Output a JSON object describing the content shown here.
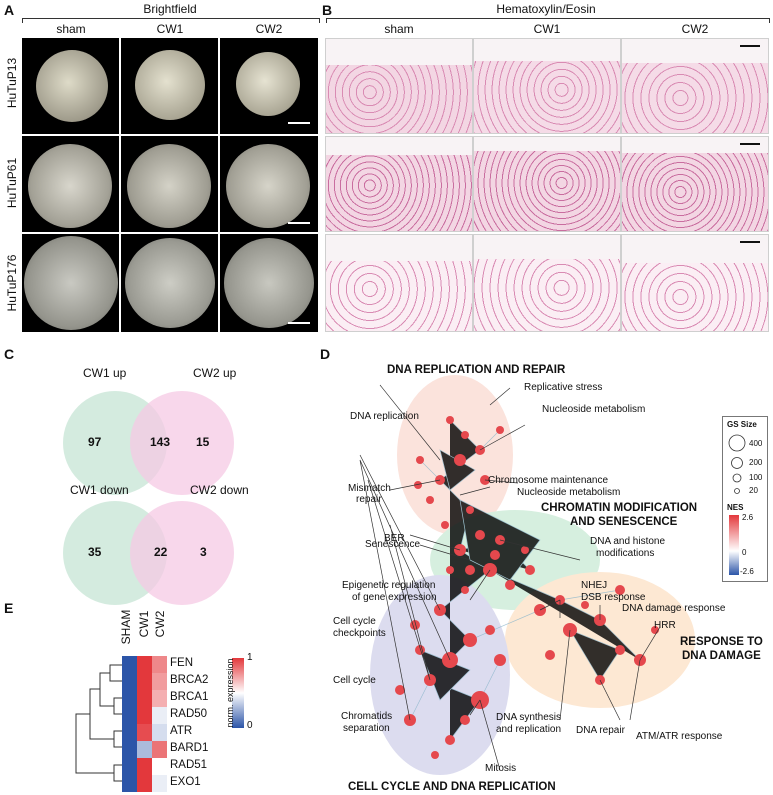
{
  "panels": {
    "a": "A",
    "b": "B",
    "c": "C",
    "d": "D",
    "e": "E"
  },
  "panel_a": {
    "header": "Brightfield",
    "columns": [
      "sham",
      "CW1",
      "CW2"
    ],
    "rows": [
      "HuTuP13",
      "HuTuP61",
      "HuTuP176"
    ]
  },
  "panel_b": {
    "header": "Hematoxylin/Eosin",
    "columns": [
      "sham",
      "CW1",
      "CW2"
    ]
  },
  "panel_c": {
    "up": {
      "left": "CW1 up",
      "right": "CW2 up",
      "left_only": "97",
      "overlap": "143",
      "right_only": "15"
    },
    "down": {
      "left": "CW1 down",
      "right": "CW2 down",
      "left_only": "35",
      "overlap": "22",
      "right_only": "3"
    },
    "colors": {
      "left": "#cfe9dc",
      "right": "#f6c9e4",
      "overlap": "#d9c2c6"
    }
  },
  "panel_d": {
    "themes": {
      "dna": "DNA REPLICATION AND REPAIR",
      "chromatin_1": "CHROMATIN MODIFICATION",
      "chromatin_2": "AND SENESCENCE",
      "damage_1": "RESPONSE TO",
      "damage_2": "DNA DAMAGE",
      "cycle": "CELL CYCLE AND DNA REPLICATION"
    },
    "labels": {
      "replicative_stress": "Replicative stress",
      "nucleoside_1": "Nucleoside metabolism",
      "dna_replication": "DNA replication",
      "mismatch_1": "Mismatch",
      "mismatch_2": "repair",
      "nucleoside_2": "Nucleoside metabolism",
      "chromosome": "Chromosome maintenance",
      "ber": "BER",
      "senescence": "Senescence",
      "histone_1": "DNA and histone",
      "histone_2": "modifications",
      "epigenetic_1": "Epigenetic regulation",
      "epigenetic_2": "of gene expression",
      "nhej": "NHEJ",
      "dsb": "DSB response",
      "dna_damage": "DNA damage response",
      "hrr": "HRR",
      "checkpoints_1": "Cell cycle",
      "checkpoints_2": "checkpoints",
      "cell_cycle": "Cell cycle",
      "chromatids_1": "Chromatids",
      "chromatids_2": "separation",
      "synthesis_1": "DNA synthesis",
      "synthesis_2": "and replication",
      "dna_repair": "DNA repair",
      "atm": "ATM/ATR response",
      "mitosis": "Mitosis"
    },
    "legend": {
      "size_title": "GS Size",
      "sizes": [
        "400",
        "200",
        "100",
        "20"
      ],
      "nes_title": "NES",
      "nes_max": "2.6",
      "nes_mid": "0",
      "nes_min": "-2.6"
    },
    "colors": {
      "dna": "#fbe3dc",
      "chromatin": "#d6efdf",
      "damage": "#fde8d3",
      "cycle": "#dcdcef",
      "node": "#e5484d"
    }
  },
  "panel_e": {
    "columns": [
      "SHAM",
      "CW1",
      "CW2"
    ],
    "genes": [
      "FEN",
      "BRCA2",
      "BRCA1",
      "RAD50",
      "ATR",
      "BARD1",
      "RAD51",
      "EXO1"
    ],
    "values": [
      [
        0,
        1,
        0.8
      ],
      [
        0,
        1,
        0.75
      ],
      [
        0,
        1,
        0.7
      ],
      [
        0,
        1,
        0.45
      ],
      [
        0,
        0.95,
        0.4
      ],
      [
        0,
        0.3,
        0.85
      ],
      [
        0,
        1,
        0.5
      ],
      [
        0,
        1,
        0.45
      ]
    ],
    "legend_title": "norm. expression",
    "legend_max": "1",
    "legend_min": "0"
  }
}
